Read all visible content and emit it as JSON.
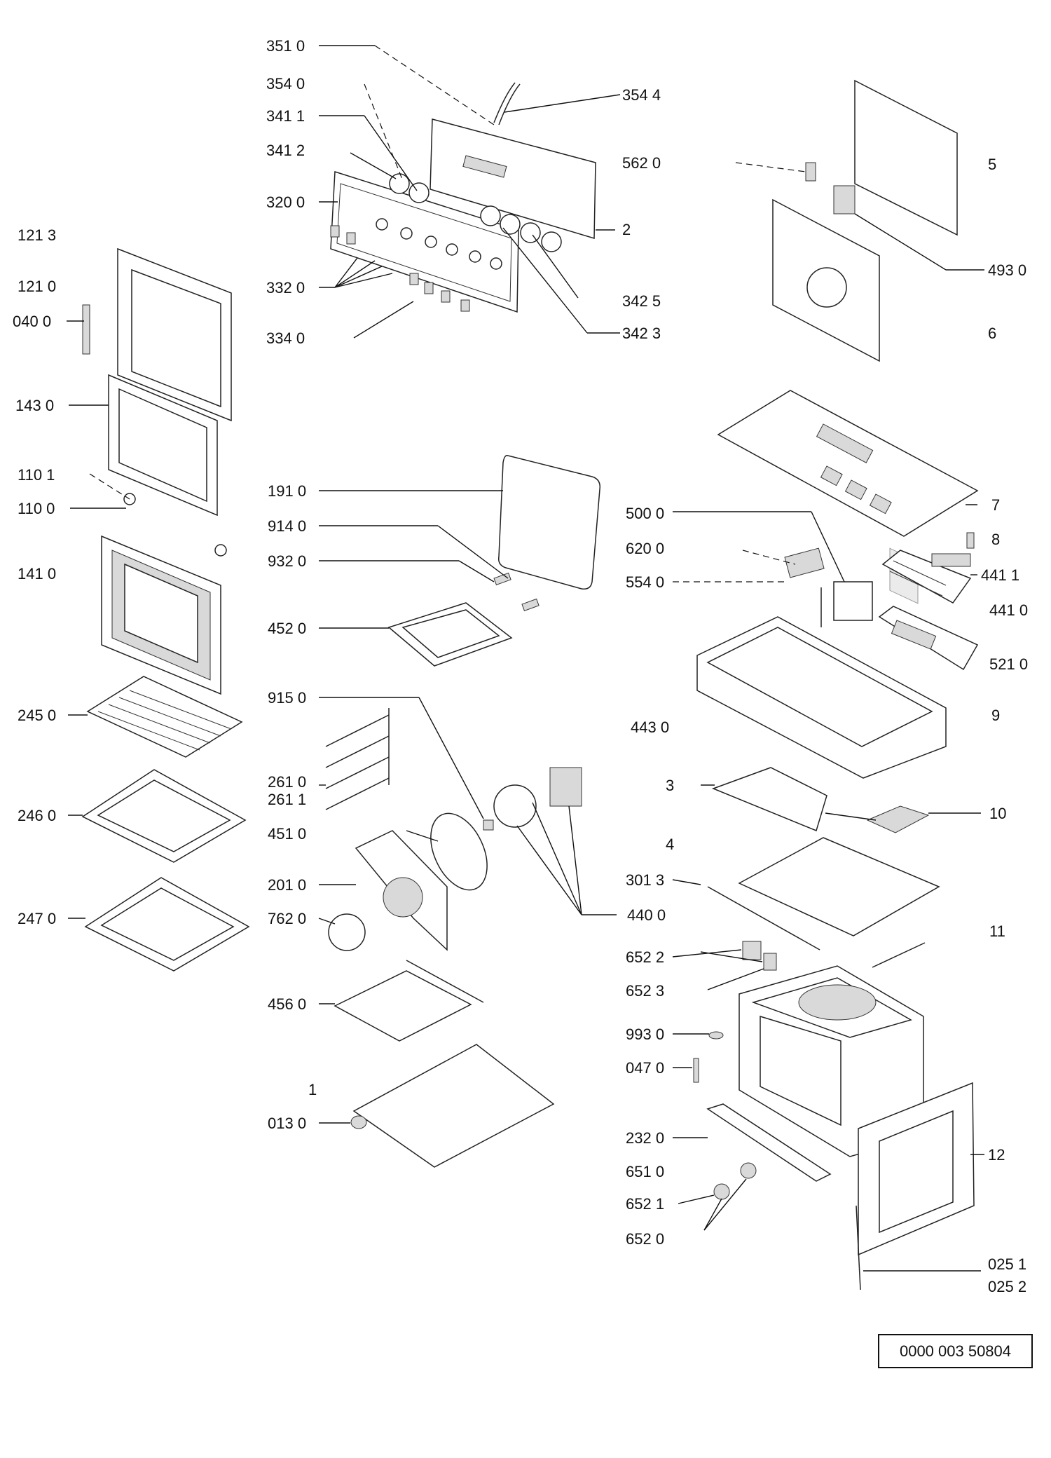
{
  "labels": {
    "l3510": "351 0",
    "l3540": "354 0",
    "l3411": "341 1",
    "l3412": "341 2",
    "l3200": "320 0",
    "l3320": "332 0",
    "l3340": "334 0",
    "l3544": "354 4",
    "l5620": "562 0",
    "l2": "2",
    "l3425": "342 5",
    "l3423": "342 3",
    "l5": "5",
    "l4930": "493 0",
    "l6": "6",
    "l1213": "121 3",
    "l1210": "121 0",
    "l0400": "040 0",
    "l1430": "143 0",
    "l1101": "110 1",
    "l1100": "110 0",
    "l1410": "141 0",
    "l2450": "245 0",
    "l2460": "246 0",
    "l2470": "247 0",
    "l1910": "191 0",
    "l9140": "914 0",
    "l9320": "932 0",
    "l4520": "452 0",
    "l9150": "915 0",
    "l2610": "261 0",
    "l2611": "261 1",
    "l4510": "451 0",
    "l2010": "201 0",
    "l7620": "762 0",
    "l4560": "456 0",
    "l1": "1",
    "l0130": "013 0",
    "l5000": "500 0",
    "l6200": "620 0",
    "l5540": "554 0",
    "l4430": "443 0",
    "l7": "7",
    "l8": "8",
    "l4411": "441 1",
    "l4410": "441 0",
    "l5210": "521 0",
    "l9": "9",
    "l3": "3",
    "l10": "10",
    "l4": "4",
    "l3013": "301 3",
    "l4400": "440 0",
    "l11": "11",
    "l6522": "652 2",
    "l6523": "652 3",
    "l9930": "993 0",
    "l0470": "047 0",
    "l2320": "232 0",
    "l6510": "651 0",
    "l6521": "652 1",
    "l6520": "652 0",
    "l12": "12",
    "l0251": "025 1",
    "l0252": "025 2"
  },
  "doc_number": "0000 003 50804"
}
